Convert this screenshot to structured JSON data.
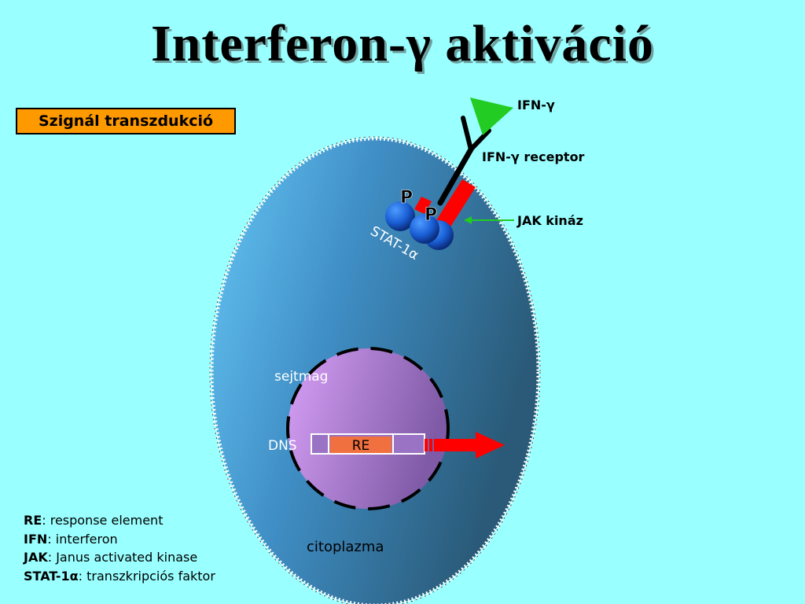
{
  "title": "Interferon-γ aktiváció",
  "badge": "Szignál transzdukció",
  "labels": {
    "ifn": "IFN-γ",
    "receptor": "IFN-γ receptor",
    "jak": "JAK kináz",
    "stat": "STAT-1α",
    "phospho": "P",
    "nucleus": "sejtmag",
    "dna": "DNS",
    "re": "RE",
    "cytoplasm": "citoplazma"
  },
  "legend": [
    {
      "term": "RE",
      "desc": ": response element"
    },
    {
      "term": "IFN",
      "desc": ": interferon"
    },
    {
      "term": "JAK",
      "desc": ": Janus activated kinase"
    },
    {
      "term": "STAT-1α",
      "desc": ": transzkripciós faktor"
    }
  ],
  "colors": {
    "background": "#99ffff",
    "badge": "#ff9900",
    "ligand": "#22cc22",
    "jak": "#ff0000",
    "stat": "#1a5fd6",
    "re": "#f07040"
  }
}
